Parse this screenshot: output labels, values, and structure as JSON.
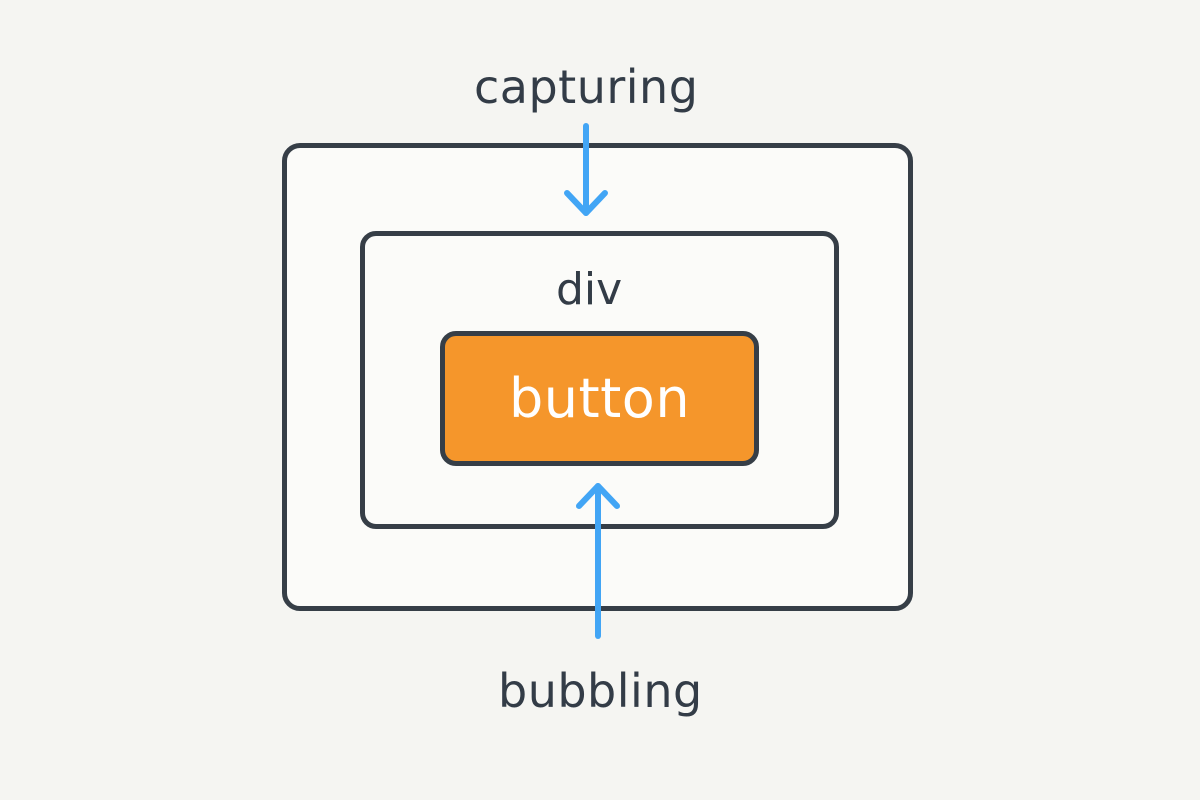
{
  "labels": {
    "capturing": "capturing",
    "bubbling": "bubbling",
    "div": "div",
    "button": "button"
  },
  "colors": {
    "background": "#f5f5f2",
    "box_fill": "#fbfbf9",
    "box_stroke": "#363e47",
    "text": "#333c47",
    "button_fill": "#f5962b",
    "button_text": "#ffffff",
    "arrow": "#42a5f5"
  },
  "arrows": {
    "capturing": "arrow-down-icon",
    "bubbling": "arrow-up-icon"
  }
}
